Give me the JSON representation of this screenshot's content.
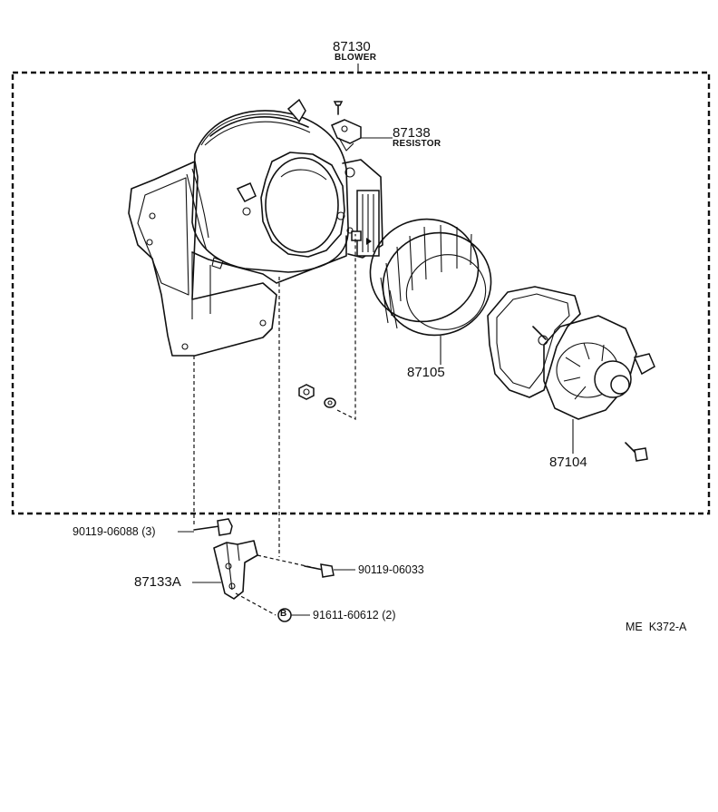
{
  "callouts": {
    "assembly": {
      "number": "87130",
      "name": "BLOWER"
    },
    "resistor": {
      "number": "87138",
      "name": "RESISTOR"
    },
    "fan": {
      "number": "87105"
    },
    "motor": {
      "number": "87104"
    },
    "bolt_left": {
      "number": "90119-06088",
      "qty": "(3)"
    },
    "bracket": {
      "number": "87133A"
    },
    "bolt_right": {
      "number": "90119-06033"
    },
    "nut": {
      "number": "91611-60612",
      "qty": "(2)",
      "symbol": "B"
    }
  },
  "figure_code": "ME  K372-A"
}
